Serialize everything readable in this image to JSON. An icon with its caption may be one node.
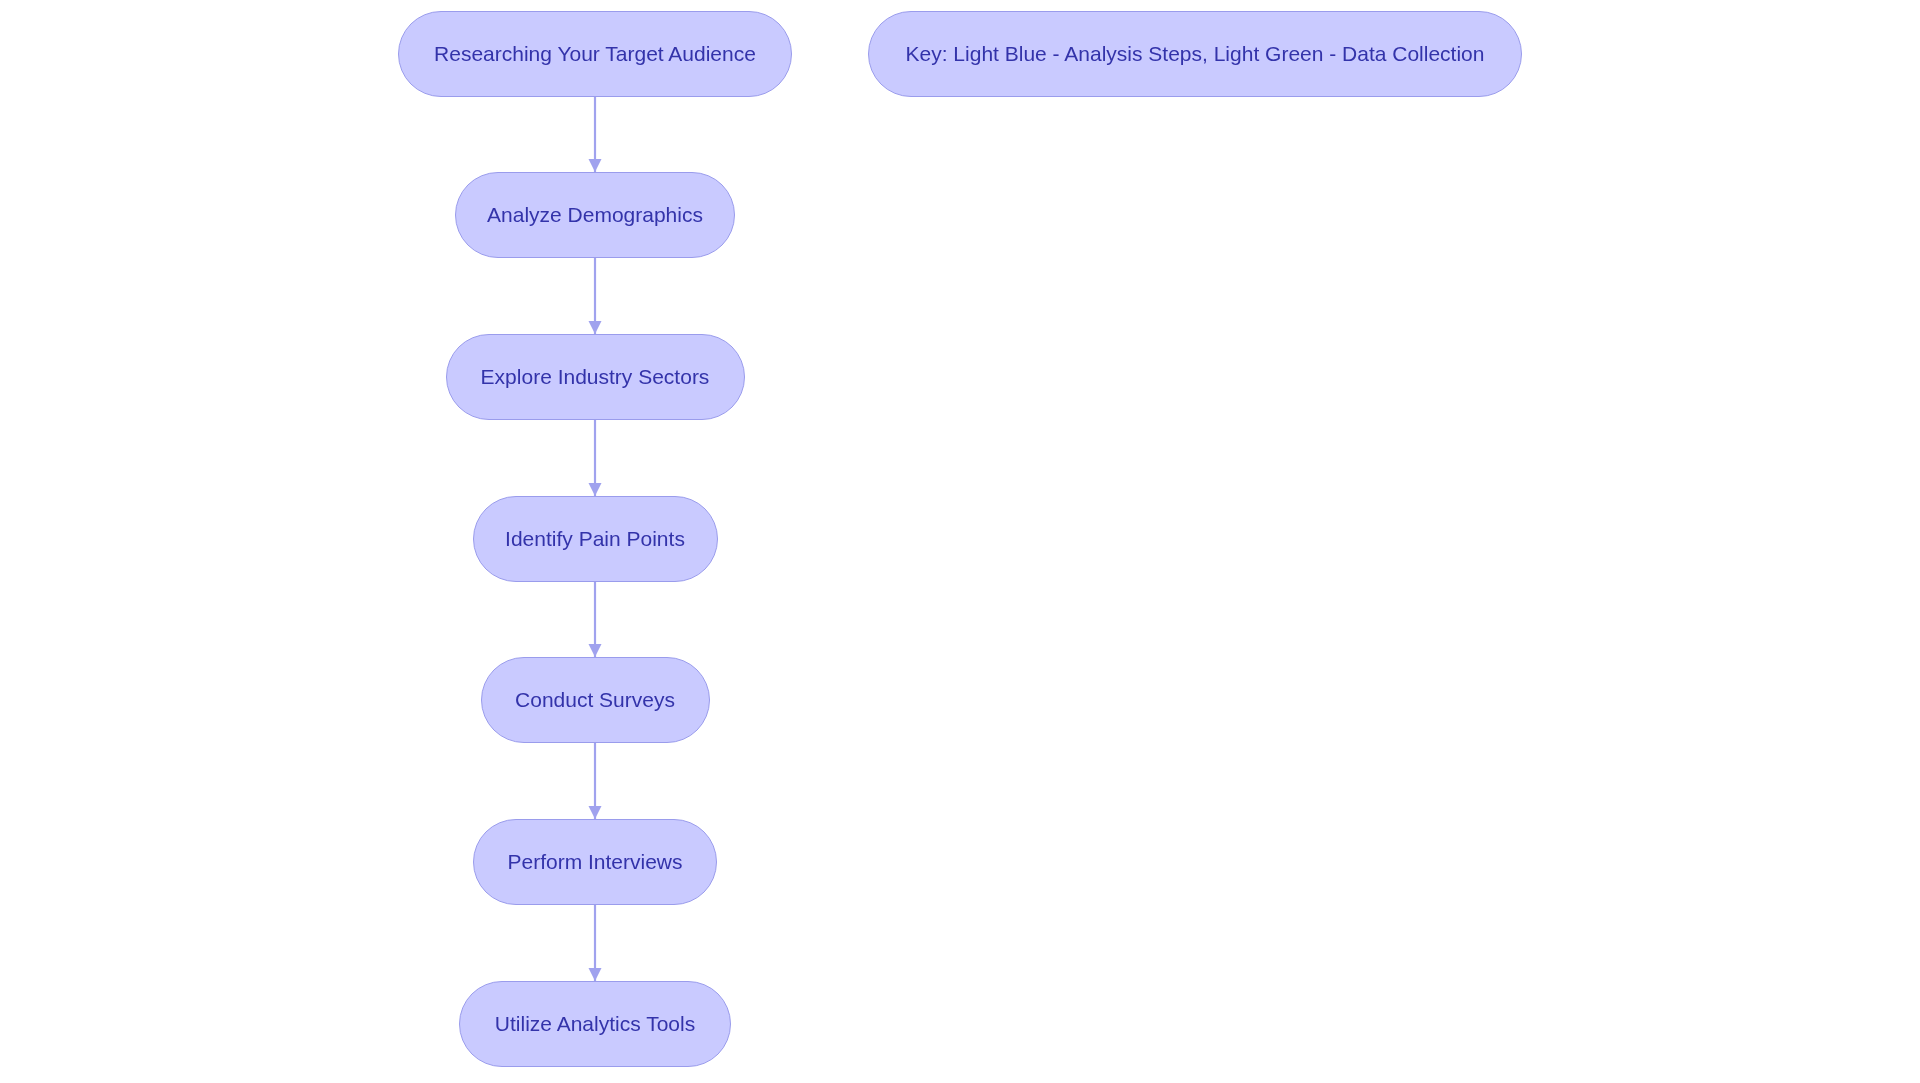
{
  "diagram": {
    "nodes": [
      {
        "text": [
          "Researching Your Target Audience"
        ]
      },
      {
        "text": [
          "Analyze Demographics"
        ]
      },
      {
        "text": [
          "Explore Industry Sectors"
        ]
      },
      {
        "text": [
          "Identify Pain Points"
        ]
      },
      {
        "text": [
          "Conduct Surveys"
        ]
      },
      {
        "text": [
          "Perform Interviews"
        ]
      },
      {
        "text": [
          "Utilize Analytics Tools"
        ]
      },
      {
        "text": [
          "Key: Light Blue - Analysis Steps, Light Green - Data Collection"
        ]
      }
    ],
    "edges": [
      {
        "from": 0,
        "to": 1,
        "arrow": "to"
      },
      {
        "from": 1,
        "to": 2,
        "arrow": "to"
      },
      {
        "from": 2,
        "to": 3,
        "arrow": "to"
      },
      {
        "from": 3,
        "to": 4,
        "arrow": "to"
      },
      {
        "from": 4,
        "to": 5,
        "arrow": "to"
      },
      {
        "from": 5,
        "to": 6,
        "arrow": "to"
      }
    ]
  }
}
